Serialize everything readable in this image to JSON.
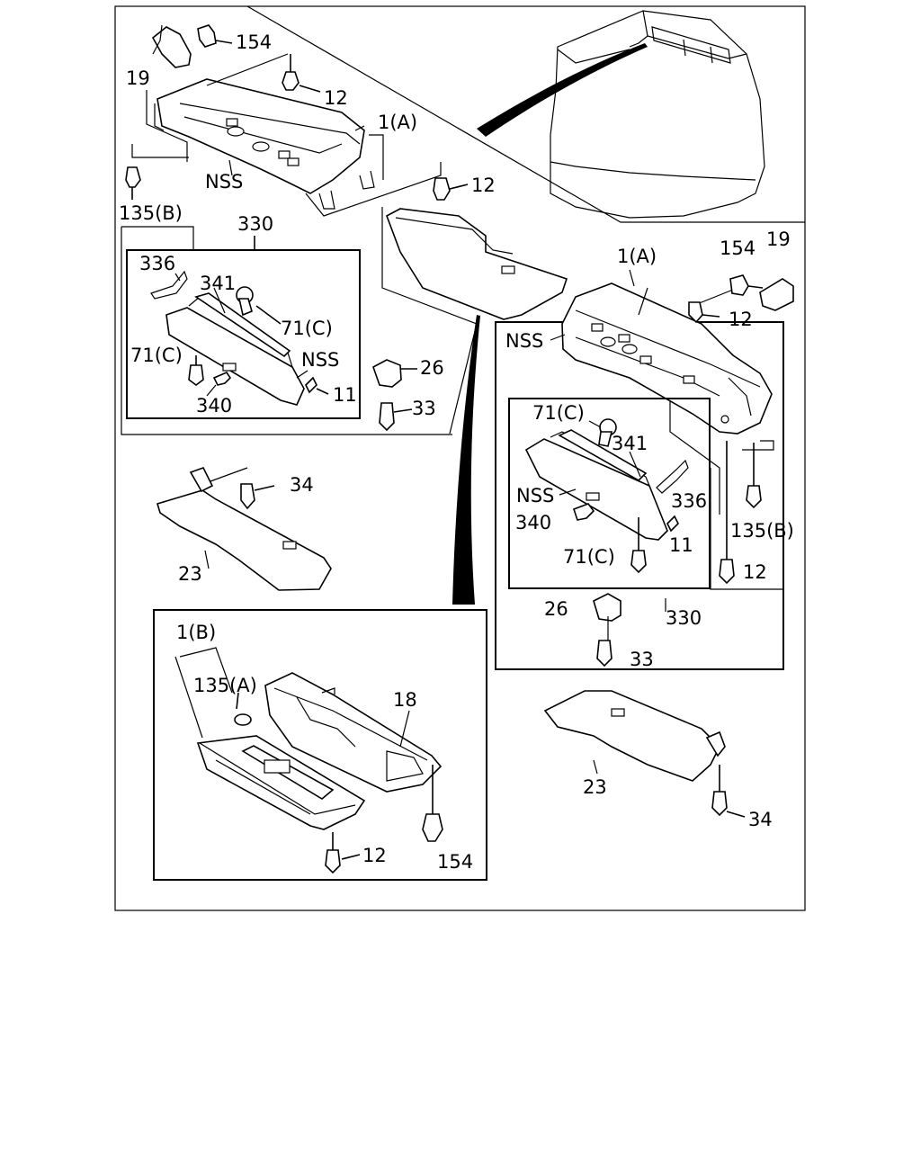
{
  "callouts": {
    "c154_tl": "154",
    "c19_tl": "19",
    "c12_tl": "12",
    "c1a_tl": "1(A)",
    "nss_tl": "NSS",
    "c135b_tl": "135(B)",
    "c12_mid": "12",
    "c330_l": "330",
    "c336_l": "336",
    "c341_l": "341",
    "c71c_l1": "71(C)",
    "c71c_l2": "71(C)",
    "nss_l": "NSS",
    "c340_l": "340",
    "c11_l": "11",
    "c26_l": "26",
    "c33_l": "33",
    "c34_l": "34",
    "c23_l": "23",
    "c1b": "1(B)",
    "c135a": "135(A)",
    "c18": "18",
    "c12_b": "12",
    "c154_b": "154",
    "c1a_r": "1(A)",
    "c154_r": "154",
    "c19_r": "19",
    "c12_r": "12",
    "nss_r": "NSS",
    "c71c_r1": "71(C)",
    "c341_r": "341",
    "nss_r2": "NSS",
    "c336_r": "336",
    "c340_r": "340",
    "c135b_r": "135(B)",
    "c11_r": "11",
    "c71c_r2": "71(C)",
    "c12_r2": "12",
    "c26_r": "26",
    "c330_r": "330",
    "c33_r": "33",
    "c23_r": "23",
    "c34_r": "34"
  }
}
